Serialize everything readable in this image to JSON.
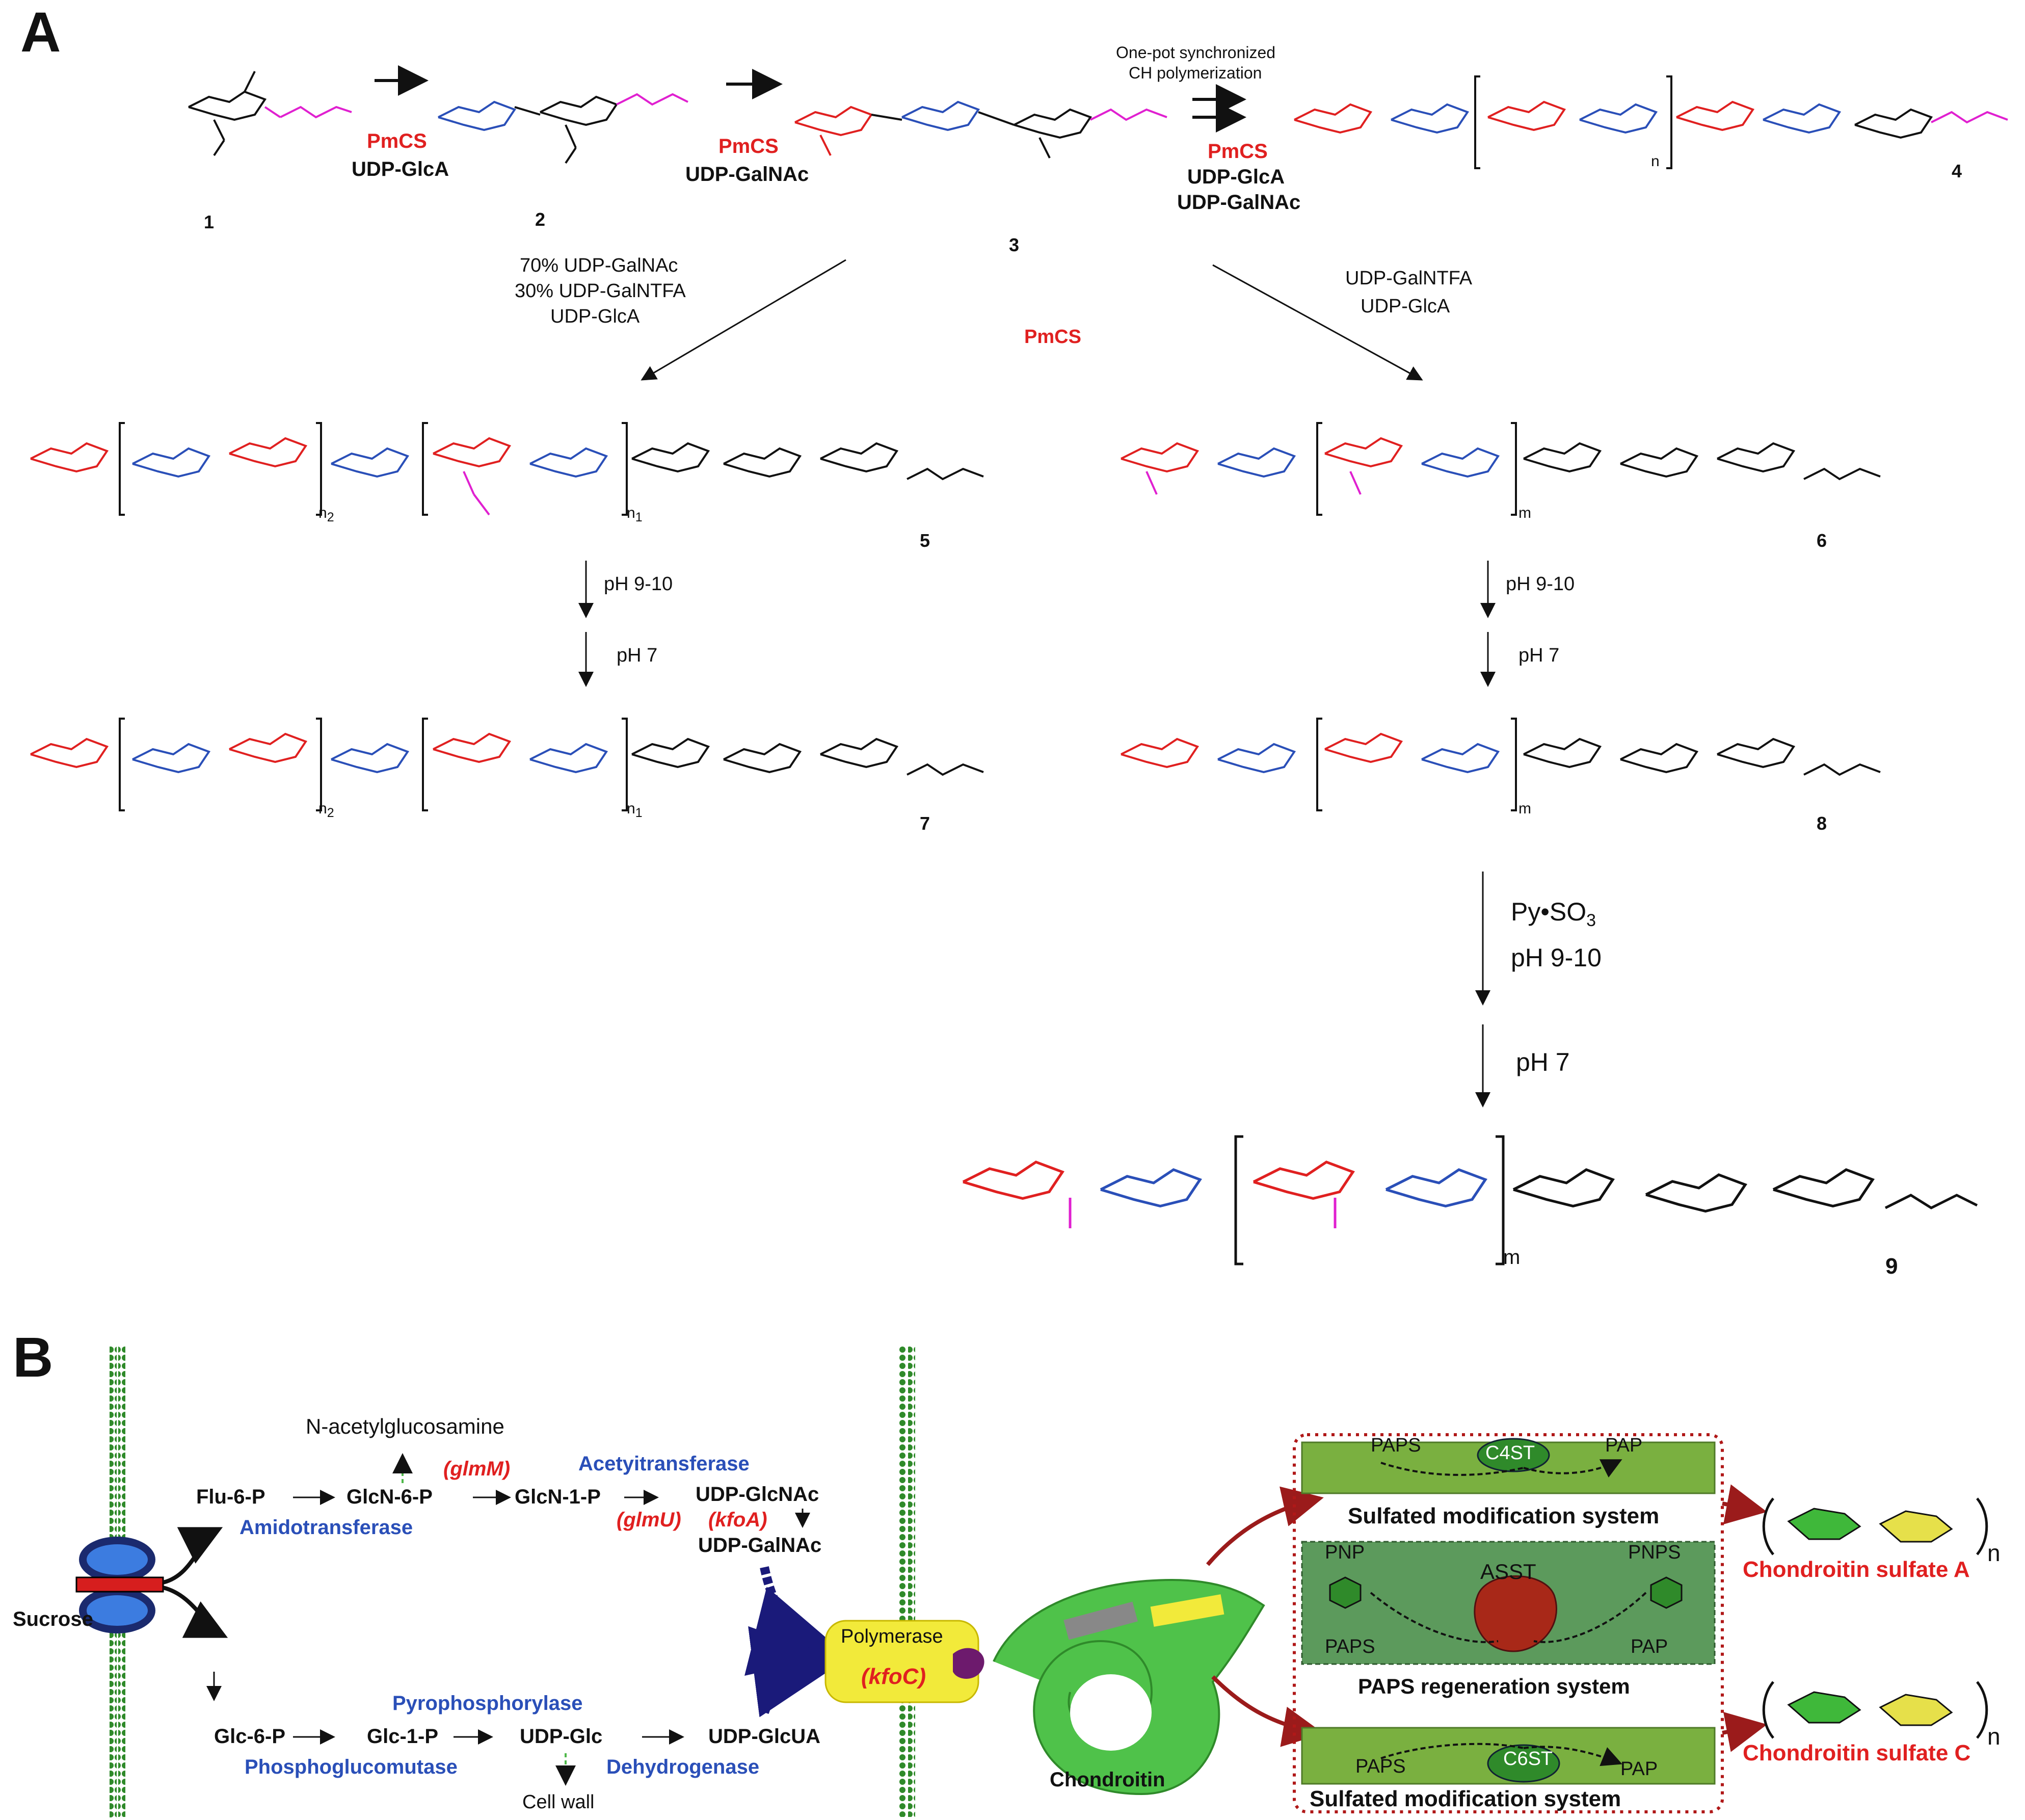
{
  "panels": {
    "a": "A",
    "b": "B"
  },
  "scheme_a": {
    "compounds": [
      "1",
      "2",
      "3",
      "4",
      "5",
      "6",
      "7",
      "8",
      "9"
    ],
    "step1": {
      "enzyme": "PmCS",
      "donor": "UDP-GlcA"
    },
    "step2": {
      "enzyme": "PmCS",
      "donor": "UDP-GalNAc"
    },
    "step3": {
      "note1": "One-pot synchronized",
      "note2": "CH polymerization",
      "enzyme": "PmCS",
      "donor1": "UDP-GlcA",
      "donor2": "UDP-GalNAc"
    },
    "branch_left": {
      "d1": "70% UDP-GalNAc",
      "d2": "30% UDP-GalNTFA",
      "d3": "UDP-GlcA"
    },
    "branch_enzyme": "PmCS",
    "branch_right": {
      "d1": "UDP-GalNTFA",
      "d2": "UDP-GlcA"
    },
    "deprotect": {
      "s1": "pH 9-10",
      "s2": "pH 7"
    },
    "sulfation": {
      "reagent": "Py•SO",
      "sub": "3",
      "s1": "pH 9-10",
      "s2": "pH  7"
    },
    "subscripts": {
      "n": "n",
      "n1": "n",
      "n1sub": "1",
      "n2": "n",
      "n2sub": "2",
      "m": "m"
    }
  },
  "scheme_b": {
    "sucrose": "Sucrose",
    "nacglc": "N-acetylglucosamine",
    "flu6p": "Flu-6-P",
    "glcn6p": "GlcN-6-P",
    "glcn1p": "GlcN-1-P",
    "udpglcnac": "UDP-GlcNAc",
    "udpgalnac": "UDP-GalNAc",
    "glmM": "(glmM)",
    "glmU": "(glmU)",
    "kfoA": "(kfoA)",
    "acetyltransferase": "Acetyitransferase",
    "amidotransferase": "Amidotransferase",
    "glc6p": "Glc-6-P",
    "glc1p": "Glc-1-P",
    "udpglc": "UDP-Glc",
    "udpglcua": "UDP-GlcUA",
    "pyrophosphorylase": "Pyrophosphorylase",
    "phosphoglucomutase": "Phosphoglucomutase",
    "dehydrogenase": "Dehydrogenase",
    "cellwall": "Cell wall",
    "polymerase": "Polymerase",
    "kfoC": "(kfoC)",
    "chondroitin": "Chondroitin",
    "paps": "PAPS",
    "pap": "PAP",
    "c4st": "C4ST",
    "c6st": "C6ST",
    "asst": "ASST",
    "pnp": "PNP",
    "pnps": "PNPS",
    "sulfated1": "Sulfated modification system",
    "regen": "PAPS regeneration system",
    "sulfated2": "Sulfated modification system",
    "csa": "Chondroitin sulfate A",
    "csc": "Chondroitin sulfate C",
    "nsub": "n"
  },
  "colors": {
    "galnac": "#e02020",
    "glca": "#2a4fb8",
    "linker": "#e020d0",
    "dark": "#111111",
    "green": "#5fa832",
    "darkred": "#9b1b1b",
    "yellow": "#f2ea3a"
  }
}
